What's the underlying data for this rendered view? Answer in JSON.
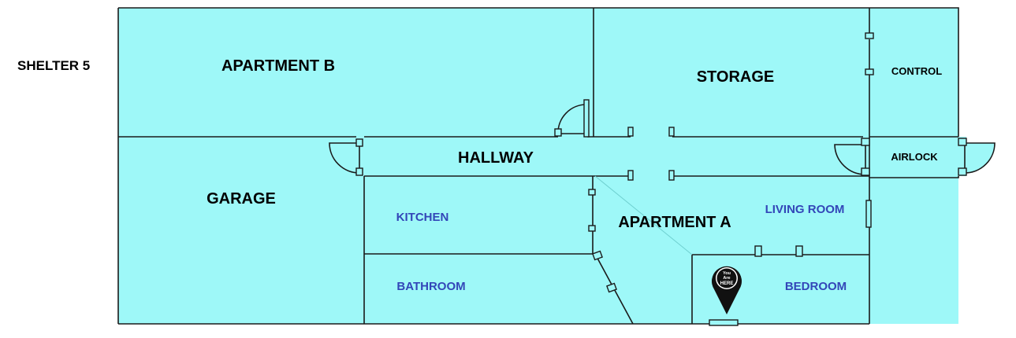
{
  "map": {
    "title": "SHELTER 5",
    "colors": {
      "floor": "#9ef8f8",
      "wall": "#1a1a1a",
      "room_label": "#000000",
      "sub_room_label": "#3346b8",
      "marker": "#111111"
    },
    "rooms": {
      "apartment_b": "APARTMENT B",
      "storage": "STORAGE",
      "control": "CONTROL",
      "hallway": "HALLWAY",
      "airlock": "AIRLOCK",
      "garage": "GARAGE",
      "apartment_a": "APARTMENT A",
      "kitchen": "KITCHEN",
      "living_room": "LIVING ROOM",
      "bathroom": "BATHROOM",
      "bedroom": "BEDROOM"
    },
    "marker": {
      "line1": "You",
      "line2": "Are",
      "line3": "HERE",
      "icon": "map-pin-icon"
    }
  }
}
